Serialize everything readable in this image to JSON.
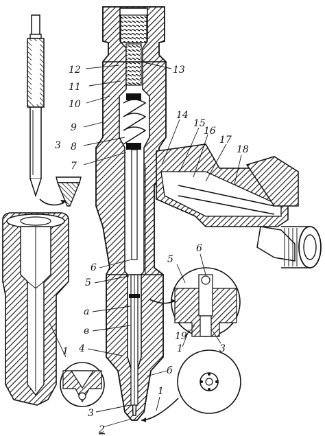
{
  "figure": {
    "callouts": [
      {
        "id": "c12",
        "text": "12"
      },
      {
        "id": "c11",
        "text": "11"
      },
      {
        "id": "c10",
        "text": "10"
      },
      {
        "id": "c9",
        "text": "9"
      },
      {
        "id": "c8",
        "text": "8"
      },
      {
        "id": "c7",
        "text": "7"
      },
      {
        "id": "c13",
        "text": "13"
      },
      {
        "id": "c14",
        "text": "14"
      },
      {
        "id": "c15",
        "text": "15"
      },
      {
        "id": "c16",
        "text": "16"
      },
      {
        "id": "c17",
        "text": "17"
      },
      {
        "id": "c18",
        "text": "18"
      },
      {
        "id": "c3a",
        "text": "3"
      },
      {
        "id": "c6a",
        "text": "6"
      },
      {
        "id": "c5a",
        "text": "5"
      },
      {
        "id": "ca",
        "text": "а"
      },
      {
        "id": "cv",
        "text": "в"
      },
      {
        "id": "c4",
        "text": "4"
      },
      {
        "id": "c1a",
        "text": "1"
      },
      {
        "id": "c3b",
        "text": "3"
      },
      {
        "id": "c2",
        "text": "2"
      },
      {
        "id": "c1b",
        "text": "1"
      },
      {
        "id": "cb",
        "text": "б"
      },
      {
        "id": "c5b",
        "text": "5"
      },
      {
        "id": "c6b",
        "text": "6"
      },
      {
        "id": "c19",
        "text": "19"
      },
      {
        "id": "c1c",
        "text": "1"
      },
      {
        "id": "c3c",
        "text": "3"
      }
    ]
  }
}
